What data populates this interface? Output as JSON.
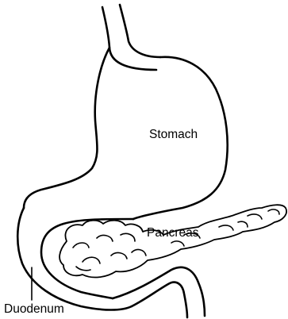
{
  "labels": {
    "stomach": "Stomach",
    "pancreas": "Pancreas",
    "duodenum": "Duodenum"
  }
}
